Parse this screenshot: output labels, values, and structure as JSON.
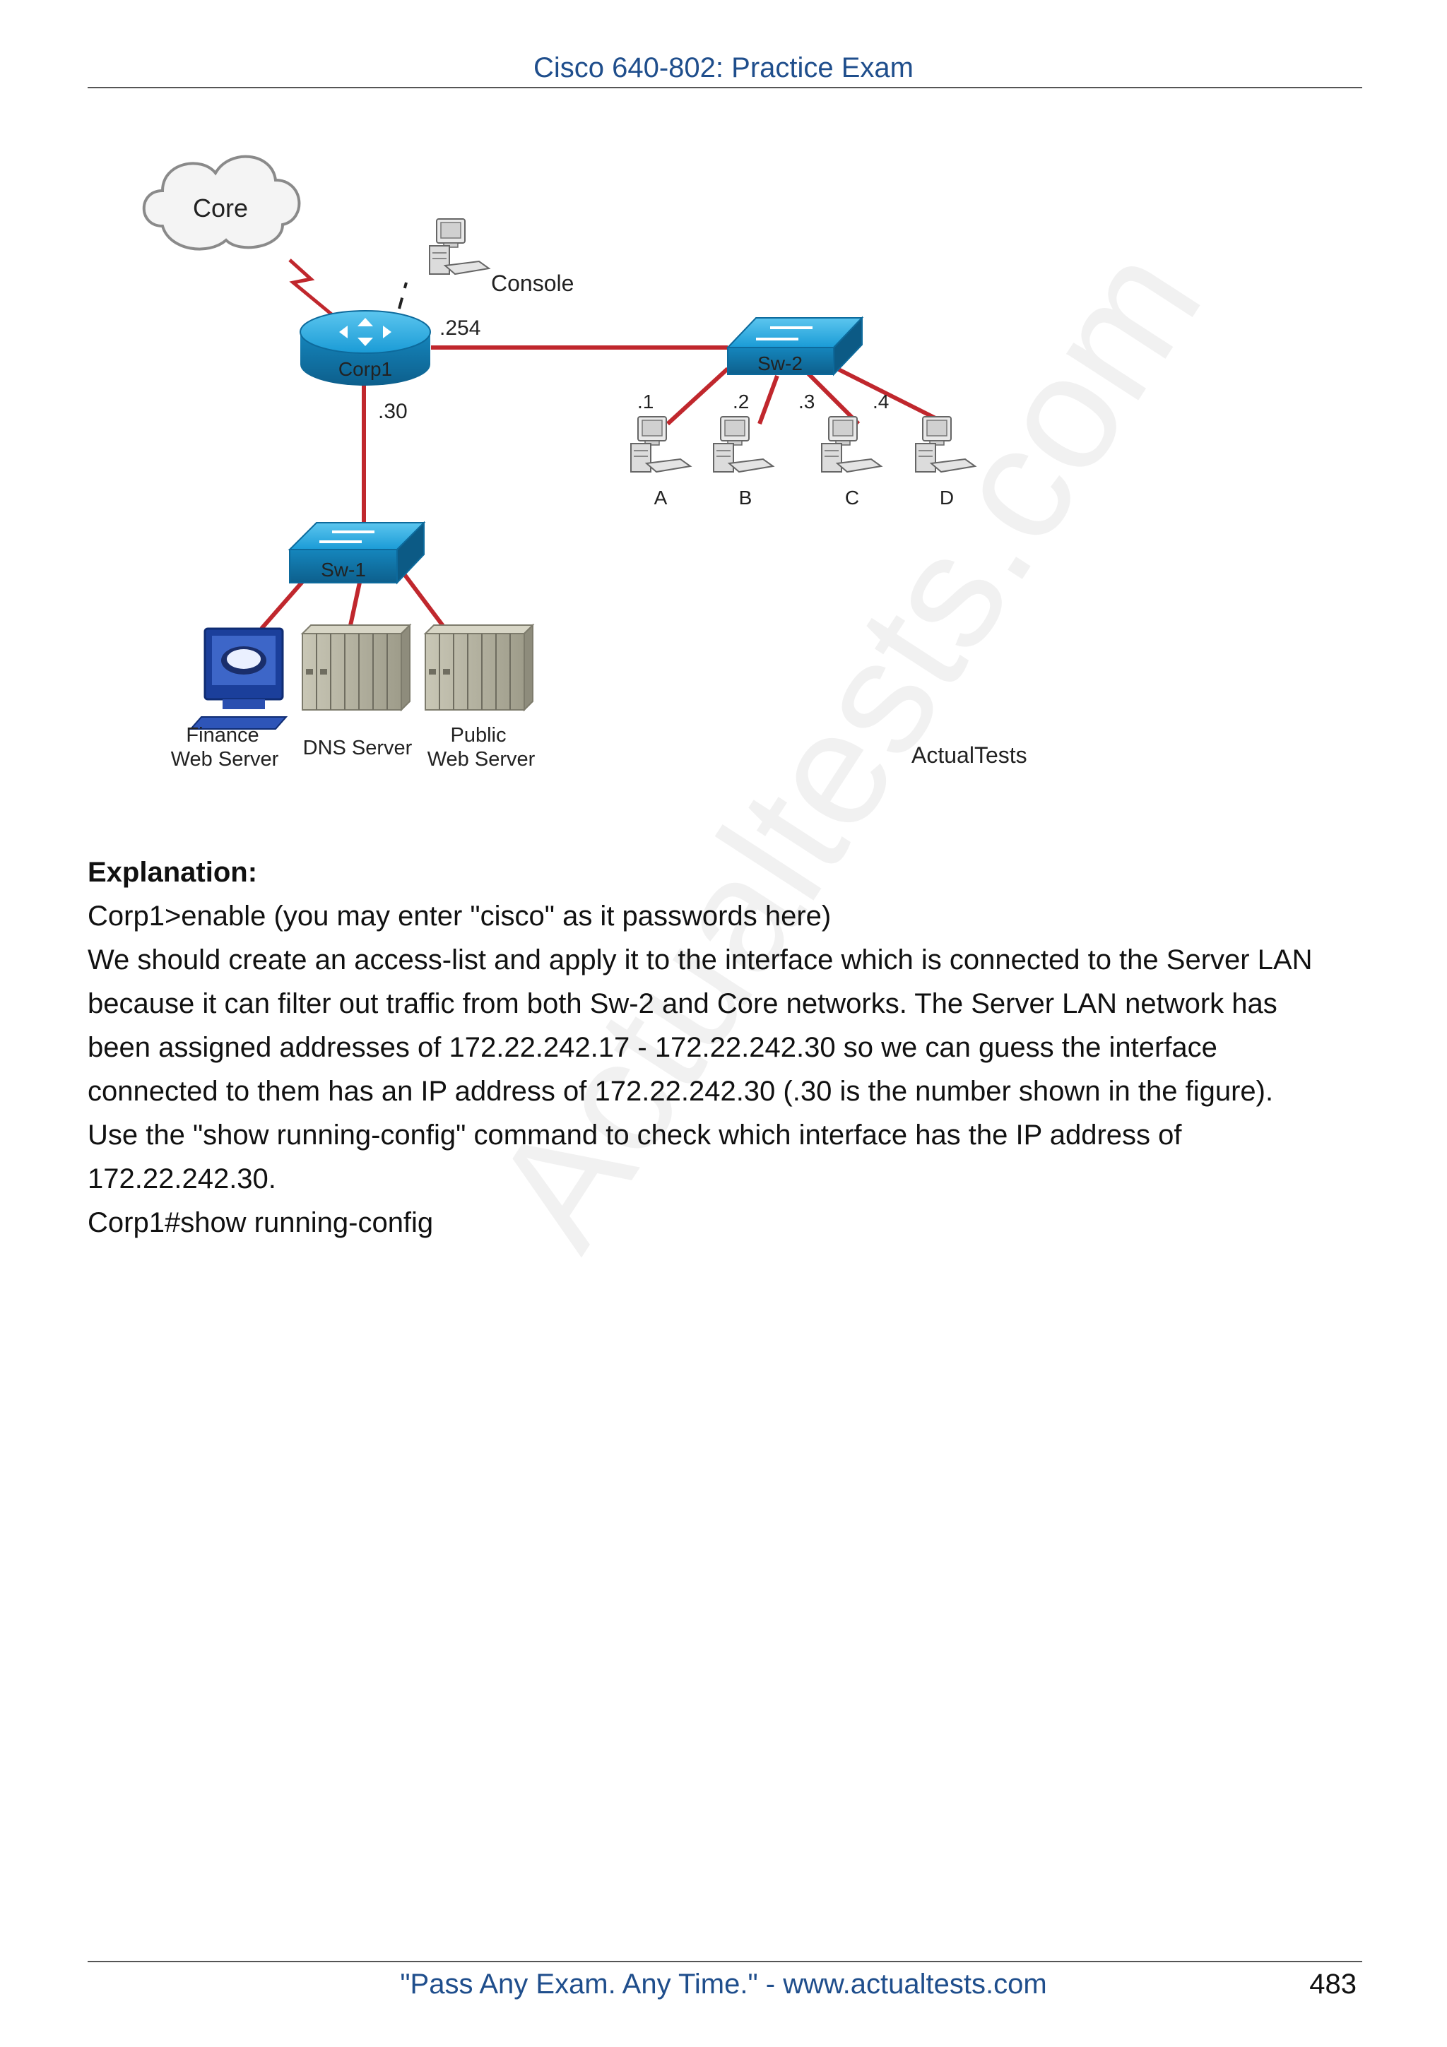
{
  "header": {
    "title": "Cisco 640-802: Practice Exam"
  },
  "watermark": "Actualtests.com",
  "diagram": {
    "core_label": "Core",
    "console_label": "Console",
    "router_label": "Corp1",
    "router_ip_254": ".254",
    "router_ip_30": ".30",
    "sw2_label": "Sw-2",
    "sw1_label": "Sw-1",
    "hosts": [
      {
        "ip": ".1",
        "name": "A"
      },
      {
        "ip": ".2",
        "name": "B"
      },
      {
        "ip": ".3",
        "name": "C"
      },
      {
        "ip": ".4",
        "name": "D"
      }
    ],
    "finance_line1": "Finance",
    "finance_line2": "Web Server",
    "dns_label": "DNS Server",
    "public_line1": "Public",
    "public_line2": "Web Server",
    "brand": "ActualTests"
  },
  "explanation": {
    "heading": "Explanation:",
    "lines": [
      "Corp1>enable (you may enter \"cisco\" as it passwords here)",
      "We should create an access-list and apply it to the interface which is connected to the Server LAN",
      "because it can filter out traffic from both Sw-2 and Core networks. The Server LAN network has",
      "been assigned addresses of 172.22.242.17 - 172.22.242.30 so we can guess the interface",
      "connected to them has an IP address of 172.22.242.30 (.30 is the number shown in the figure).",
      "Use the \"show running-config\" command to check which interface has the IP address of",
      "172.22.242.30.",
      "Corp1#show running-config"
    ]
  },
  "footer": {
    "slogan": "\"Pass Any Exam. Any Time.\"  -  www.actualtests.com",
    "page_number": "483"
  },
  "colors": {
    "link": "#c0272d",
    "device_blue": "#1aa0d8",
    "header_blue": "#1f4e8c"
  }
}
